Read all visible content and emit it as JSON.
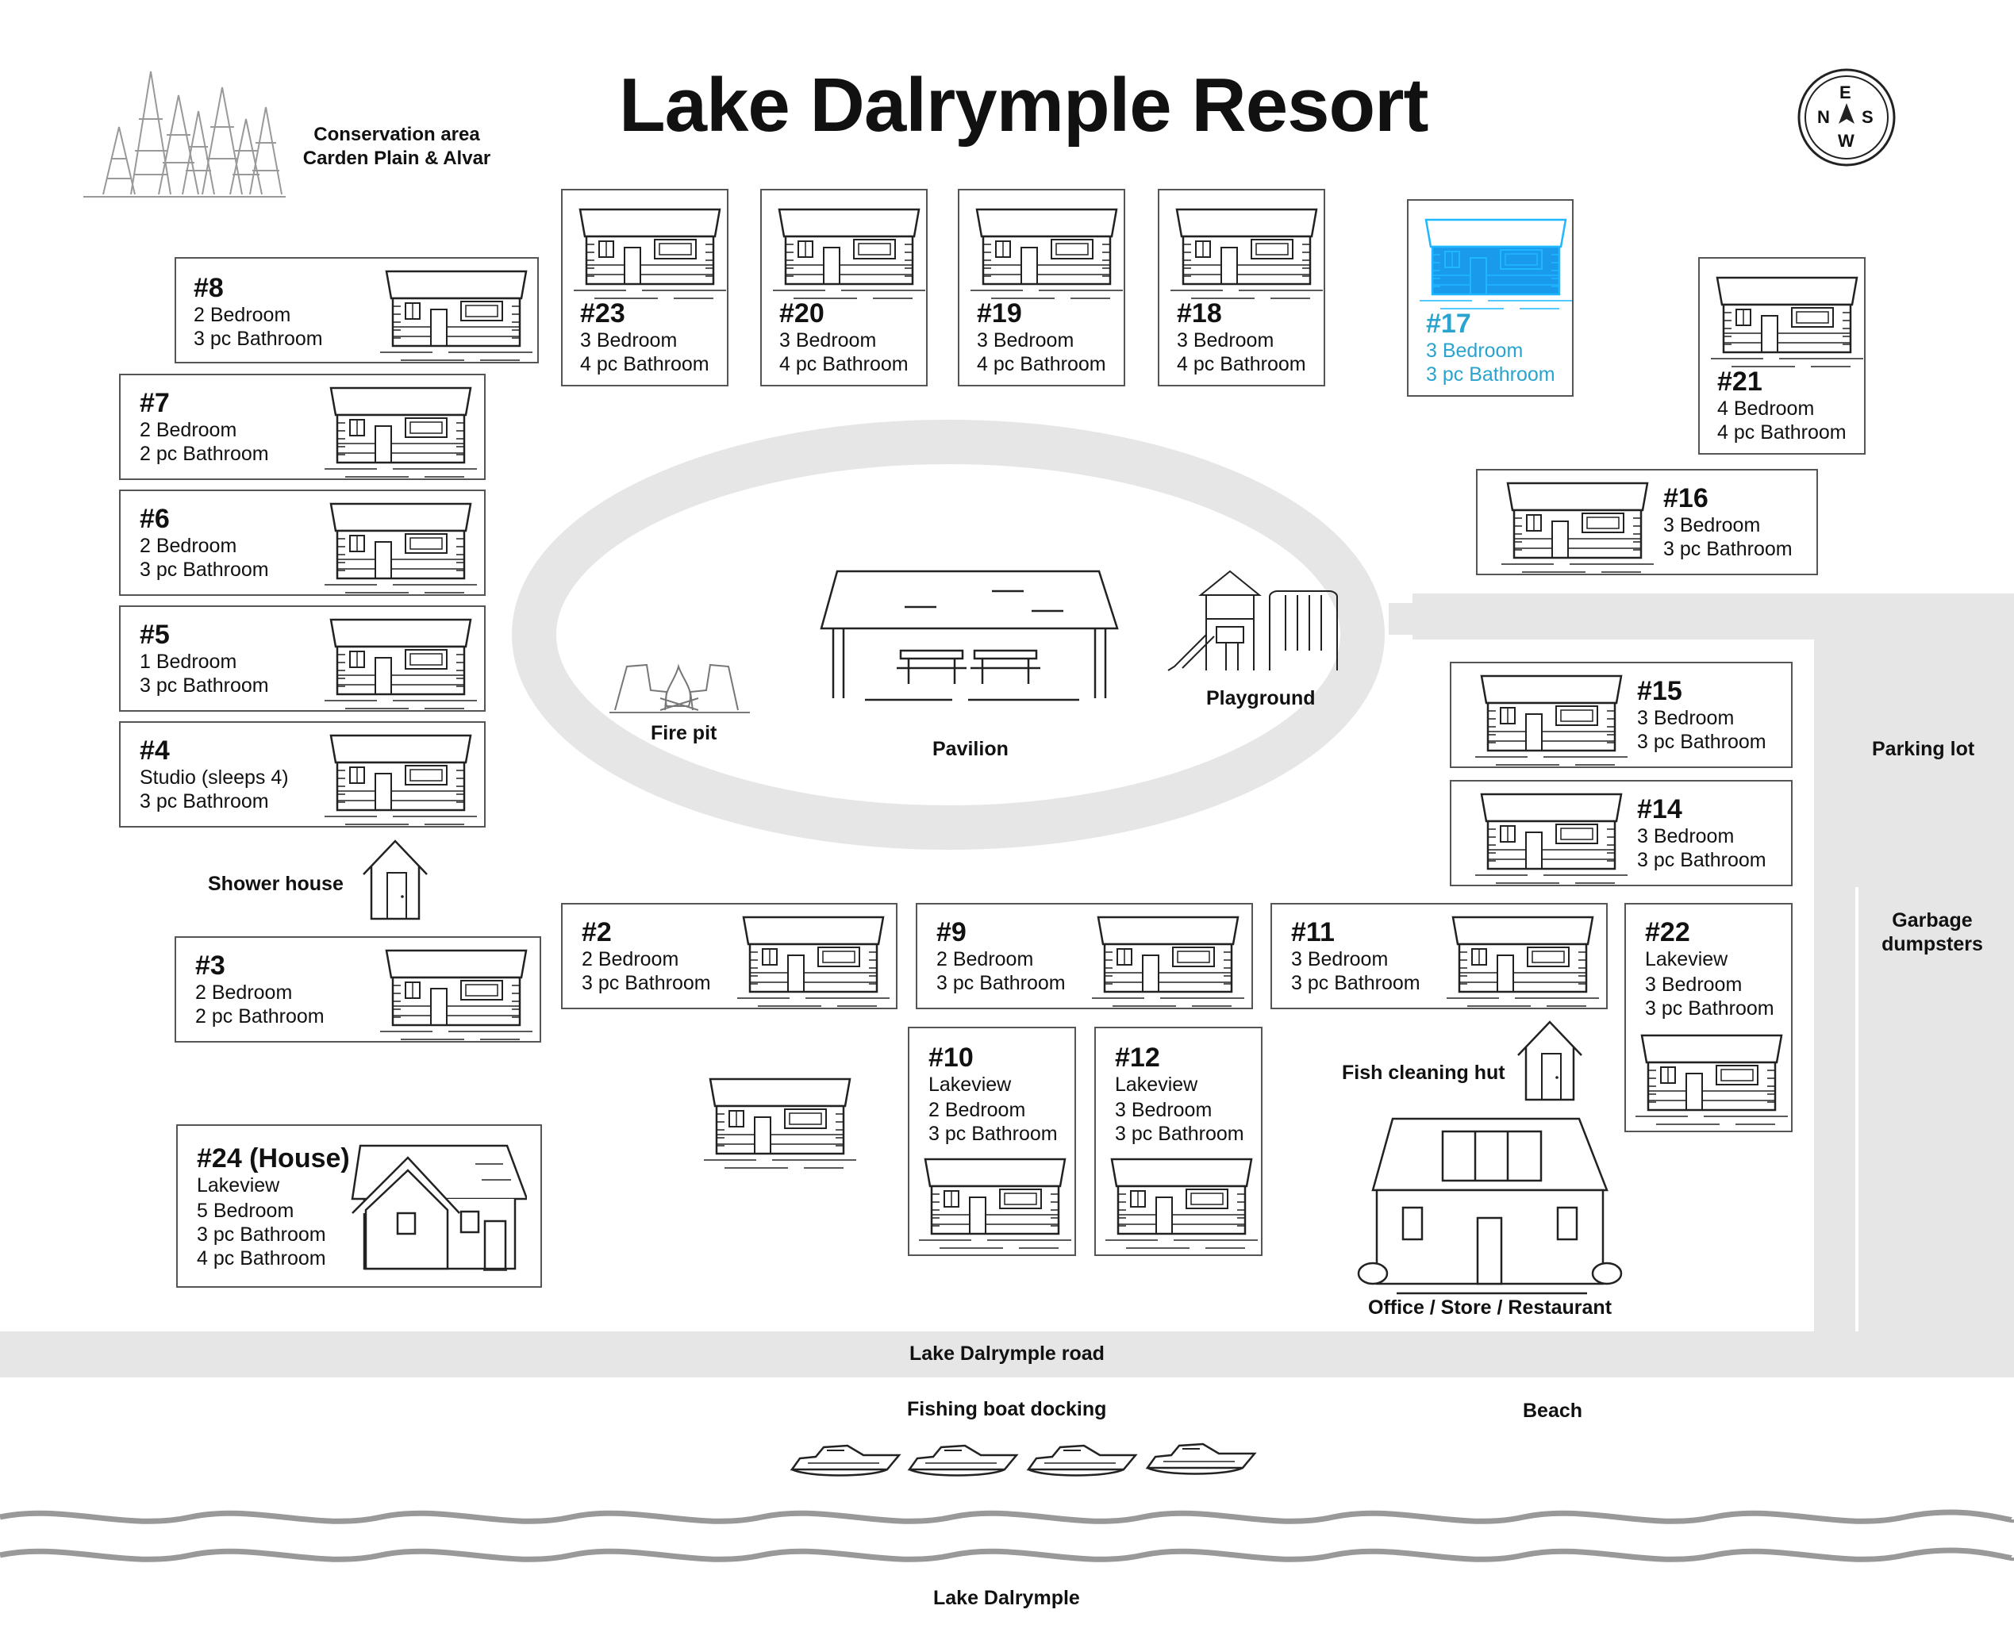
{
  "title": "Lake Dalrymple Resort",
  "compass": {
    "e": "E",
    "n": "N",
    "s": "S",
    "w": "W"
  },
  "conservation": {
    "line1": "Conservation area",
    "line2": "Carden Plain & Alvar"
  },
  "highlight_color": "#2aa3cf",
  "road_color": "#e6e6e6",
  "cabins": {
    "c8": {
      "num": "#8",
      "lines": [
        "2 Bedroom",
        "3 pc Bathroom"
      ]
    },
    "c7": {
      "num": "#7",
      "lines": [
        "2 Bedroom",
        "2 pc Bathroom"
      ]
    },
    "c6": {
      "num": "#6",
      "lines": [
        "2 Bedroom",
        "3 pc Bathroom"
      ]
    },
    "c5": {
      "num": "#5",
      "lines": [
        "1 Bedroom",
        "3 pc Bathroom"
      ]
    },
    "c4": {
      "num": "#4",
      "lines": [
        "Studio (sleeps 4)",
        "3 pc Bathroom"
      ]
    },
    "c3": {
      "num": "#3",
      "lines": [
        "2 Bedroom",
        "2 pc Bathroom"
      ]
    },
    "c24": {
      "num": "#24 (House)",
      "lines": [
        "Lakeview",
        "5 Bedroom",
        "3 pc Bathroom",
        "4 pc Bathroom"
      ]
    },
    "c23": {
      "num": "#23",
      "lines": [
        "3 Bedroom",
        "4 pc Bathroom"
      ]
    },
    "c20": {
      "num": "#20",
      "lines": [
        "3 Bedroom",
        "4 pc Bathroom"
      ]
    },
    "c19": {
      "num": "#19",
      "lines": [
        "3 Bedroom",
        "4 pc Bathroom"
      ]
    },
    "c18": {
      "num": "#18",
      "lines": [
        "3 Bedroom",
        "4 pc Bathroom"
      ]
    },
    "c17": {
      "num": "#17",
      "lines": [
        "3 Bedroom",
        "3 pc Bathroom"
      ]
    },
    "c21": {
      "num": "#21",
      "lines": [
        "4 Bedroom",
        "4 pc Bathroom"
      ]
    },
    "c16": {
      "num": "#16",
      "lines": [
        "3 Bedroom",
        "3 pc Bathroom"
      ]
    },
    "c15": {
      "num": "#15",
      "lines": [
        "3 Bedroom",
        "3 pc Bathroom"
      ]
    },
    "c14": {
      "num": "#14",
      "lines": [
        "3 Bedroom",
        "3 pc Bathroom"
      ]
    },
    "c2": {
      "num": "#2",
      "lines": [
        "2 Bedroom",
        "3 pc Bathroom"
      ]
    },
    "c9": {
      "num": "#9",
      "lines": [
        "2 Bedroom",
        "3 pc Bathroom"
      ]
    },
    "c11": {
      "num": "#11",
      "lines": [
        "3 Bedroom",
        "3 pc Bathroom"
      ]
    },
    "c22": {
      "num": "#22",
      "lines": [
        "Lakeview",
        "3 Bedroom",
        "3 pc Bathroom"
      ]
    },
    "c10": {
      "num": "#10",
      "lines": [
        "Lakeview",
        "2 Bedroom",
        "3 pc Bathroom"
      ]
    },
    "c12": {
      "num": "#12",
      "lines": [
        "Lakeview",
        "3 Bedroom",
        "3 pc Bathroom"
      ]
    }
  },
  "places": {
    "fire_pit": "Fire pit",
    "pavilion": "Pavilion",
    "playground": "Playground",
    "parking_lot": "Parking lot",
    "garbage1": "Garbage",
    "garbage2": "dumpsters",
    "shower_house": "Shower house",
    "fish_cleaning_hut": "Fish cleaning hut",
    "office": "Office / Store / Restaurant",
    "road": "Lake Dalrymple road",
    "fishing_dock": "Fishing boat docking",
    "beach": "Beach",
    "lake": "Lake Dalrymple"
  }
}
